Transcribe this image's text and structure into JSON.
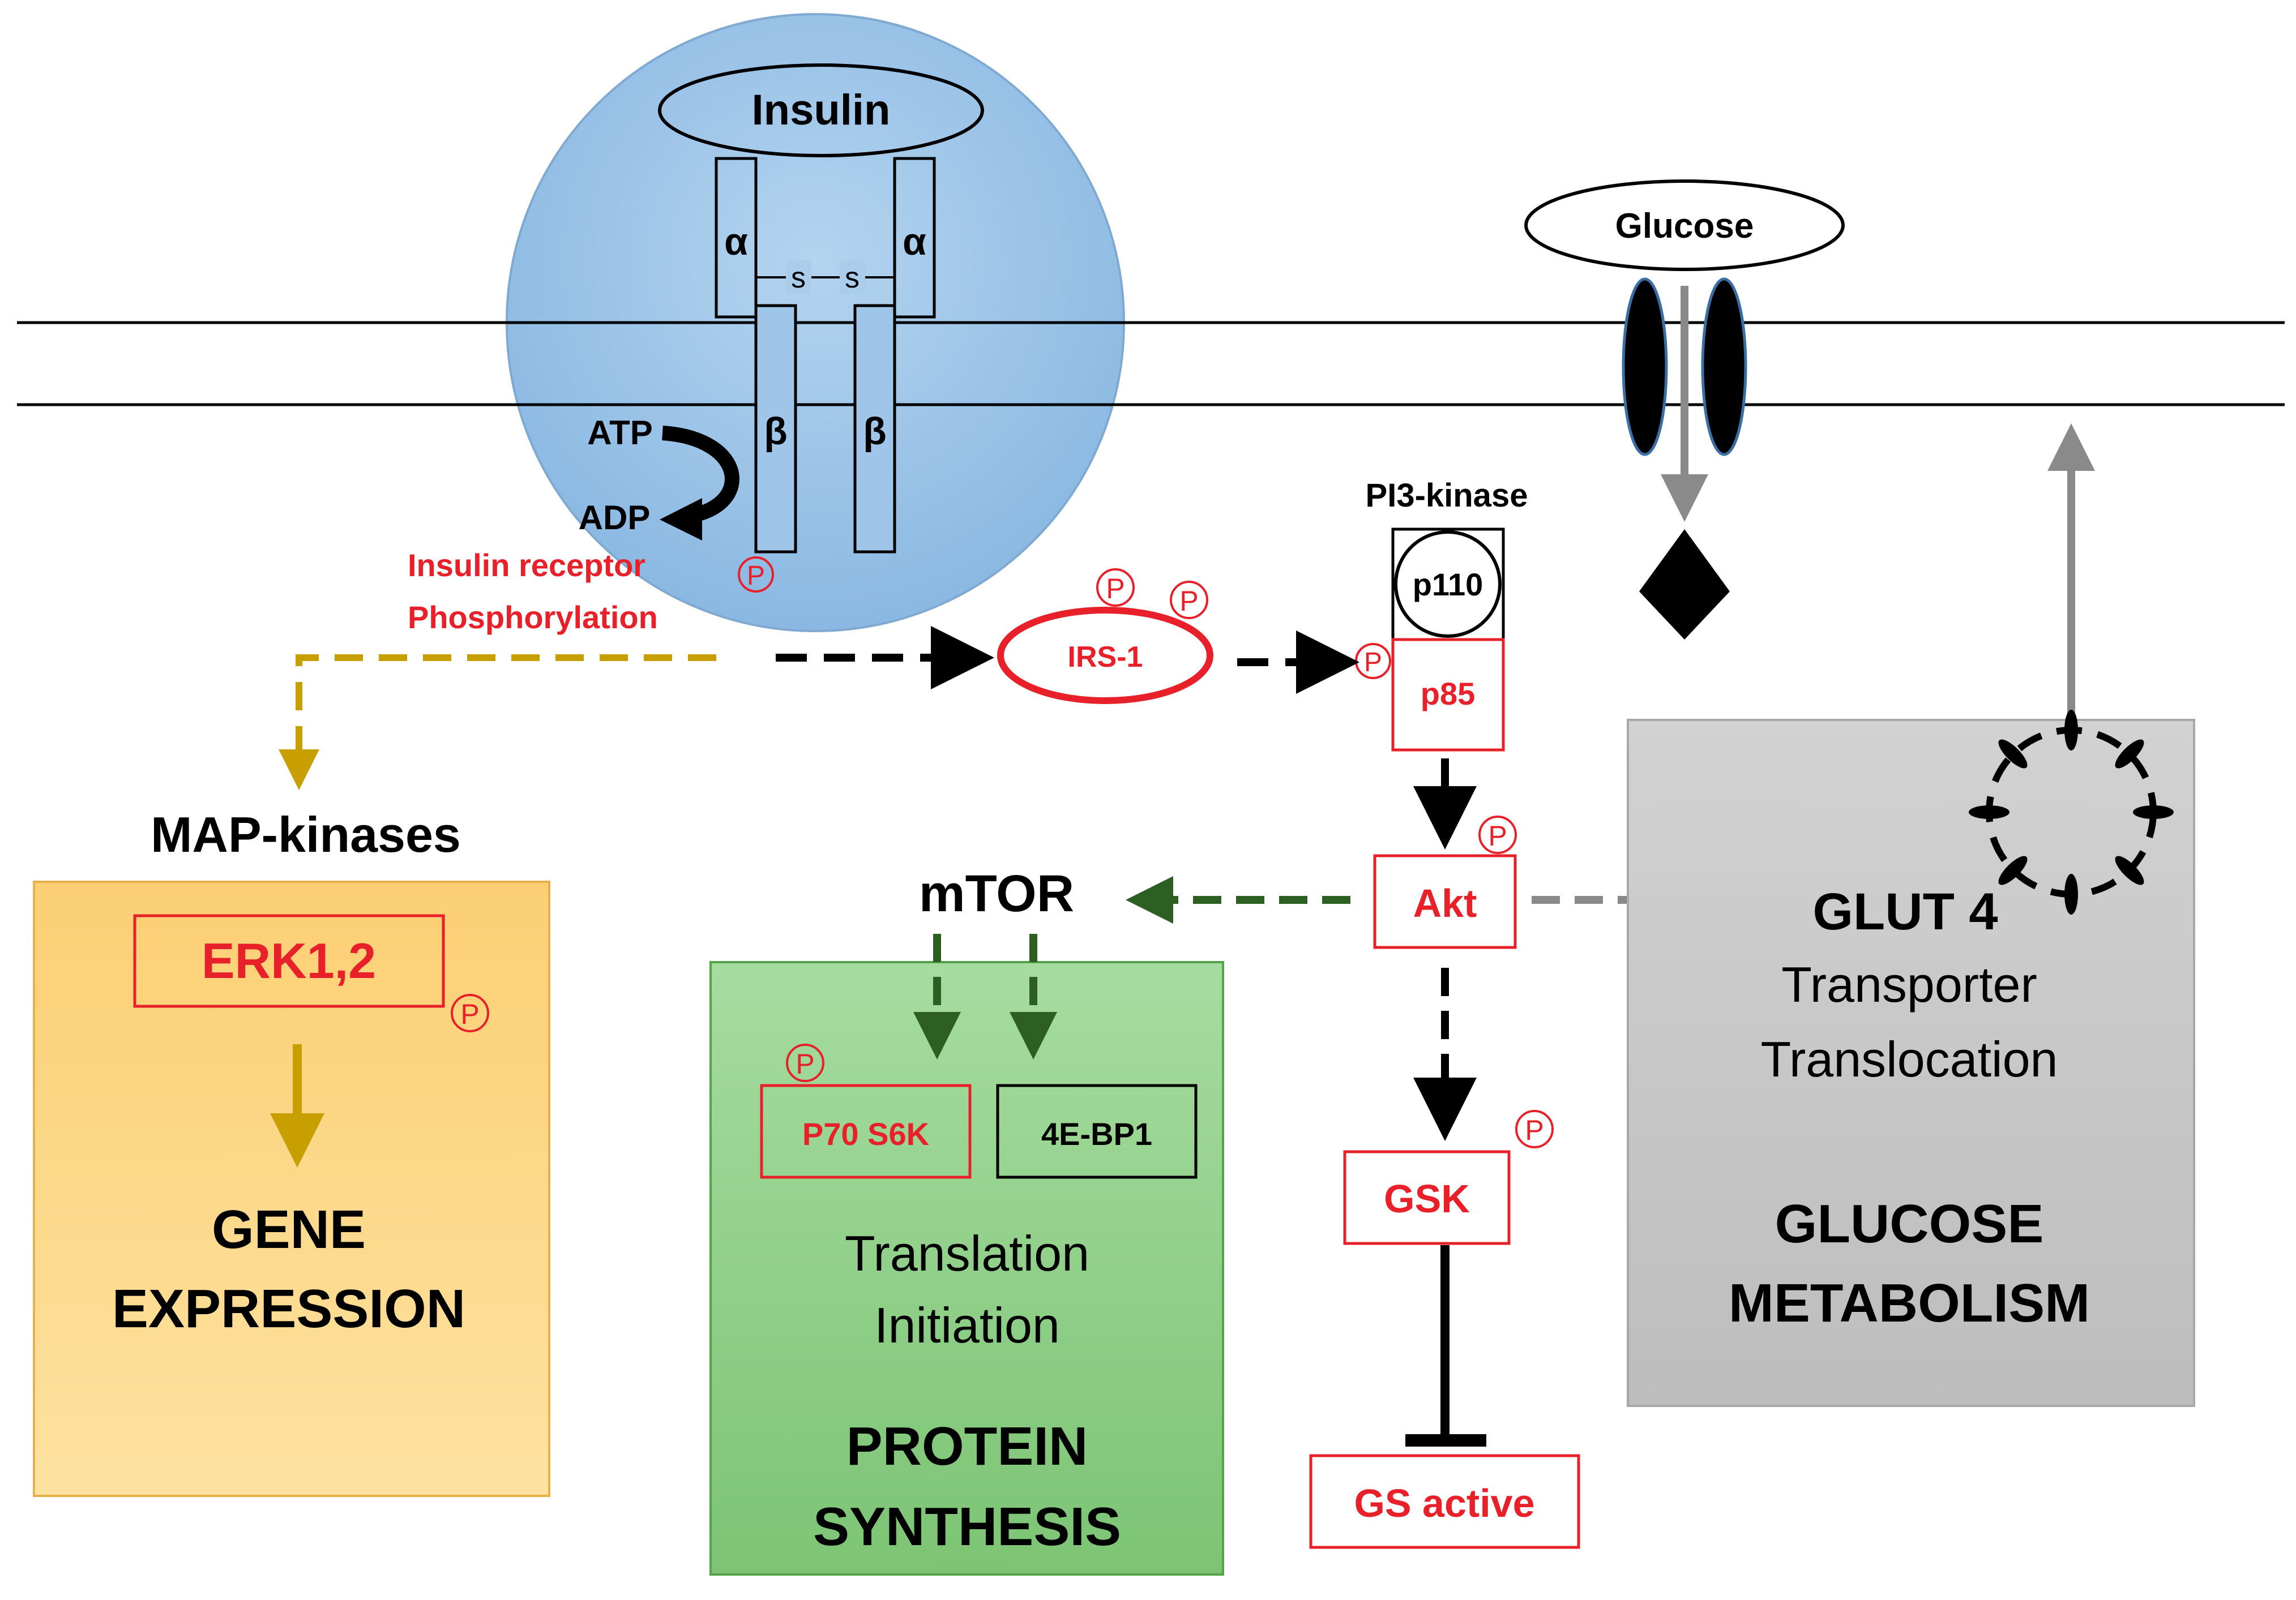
{
  "insulin": {
    "ligand": "Insulin",
    "alpha_left": "α",
    "alpha_right": "α",
    "disulfide_1": "s",
    "disulfide_2": "s",
    "beta_left": "β",
    "beta_right": "β",
    "atp": "ATP",
    "adp": "ADP",
    "receptor_label_1": "Insulin receptor",
    "receptor_label_2": "Phosphorylation",
    "phospho": "P"
  },
  "glucose": {
    "label": "Glucose"
  },
  "signaling": {
    "irs1": "IRS-1",
    "pi3k_title": "PI3-kinase",
    "p110": "p110",
    "p85": "p85",
    "akt": "Akt",
    "gsk": "GSK",
    "gs_active": "GS active",
    "mtor": "mTOR",
    "phospho": "P"
  },
  "map_panel": {
    "title": "MAP-kinases",
    "erk": "ERK1,2",
    "phospho": "P",
    "outcome_1": "GENE",
    "outcome_2": "EXPRESSION",
    "fill": "#fcd57a"
  },
  "protein_panel": {
    "p70": "P70 S6K",
    "bp1": "4E-BP1",
    "phospho": "P",
    "desc_1": "Translation",
    "desc_2": "Initiation",
    "outcome_1": "PROTEIN",
    "outcome_2": "SYNTHESIS",
    "fill": "#8fcf86"
  },
  "glucose_panel": {
    "title": "GLUT 4",
    "desc_1": "Transporter",
    "desc_2": "Translocation",
    "outcome_1": "GLUCOSE",
    "outcome_2": "METABOLISM",
    "fill": "#c8c8c8"
  },
  "colors": {
    "receptor_circle": "#9fc6e8",
    "phospho_red": "#e8202a",
    "map_arrow": "#c7a000",
    "mtor_arrow": "#2d5f22",
    "grey_arrow": "#8a8a8a",
    "black": "#000000"
  }
}
